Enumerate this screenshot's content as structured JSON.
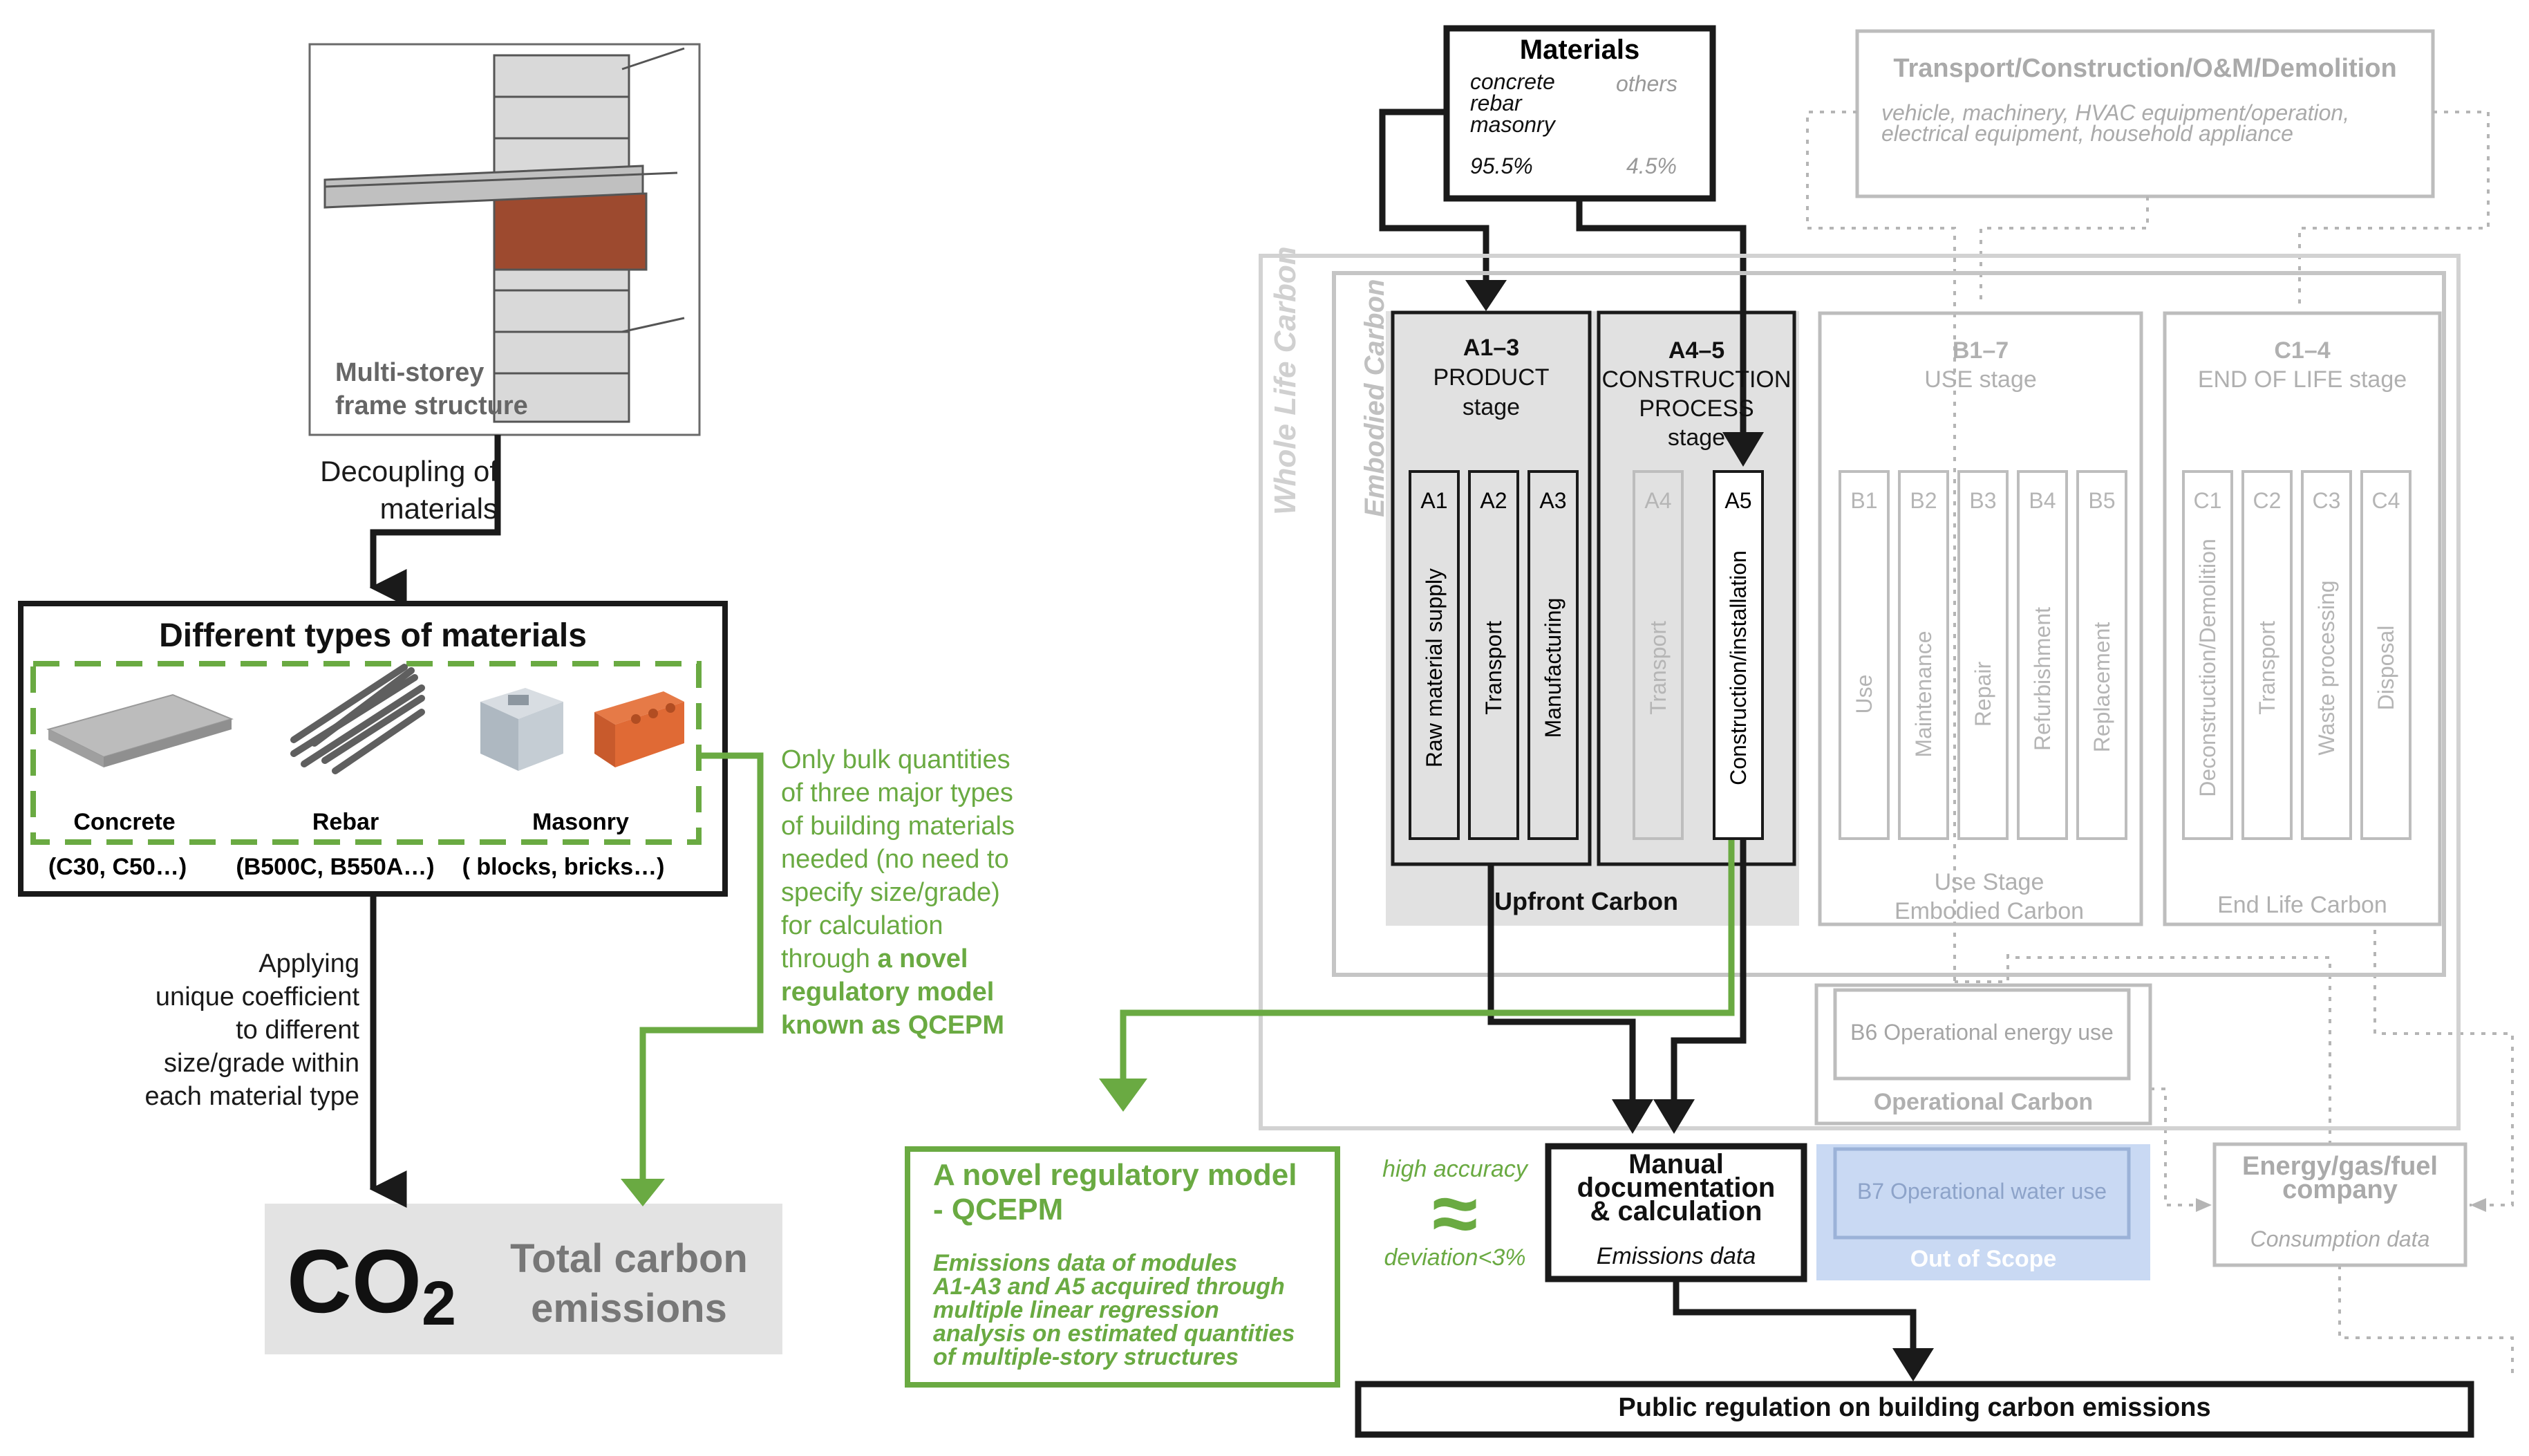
{
  "structure": {
    "caption_line1": "Multi-storey",
    "caption_line2": "frame structure",
    "decoupling_line1": "Decoupling of",
    "decoupling_line2": "materials"
  },
  "materials_types": {
    "title": "Different types of materials",
    "items": [
      {
        "name": "Concrete",
        "grades": "(C30, C50…)"
      },
      {
        "name": "Rebar",
        "grades": "(B500C, B550A…)"
      },
      {
        "name": "Masonry",
        "grades": "( blocks, bricks…)"
      }
    ]
  },
  "coefficient_note": [
    "Applying",
    "unique coefficient",
    "to different",
    "size/grade within",
    "each material type"
  ],
  "bulk_note": {
    "lines": [
      "Only bulk quantities",
      "of three major types",
      "of building materials",
      "needed (no need to",
      "specify size/grade)",
      "for calculation"
    ],
    "line7_pre": "through ",
    "line7_bold": "a novel",
    "line8": "regulatory model",
    "line9": "known as QCEPM"
  },
  "co2": {
    "symbol": "CO",
    "subscript": "2",
    "label_line1": "Total carbon",
    "label_line2": "emissions"
  },
  "qcepm": {
    "title_line1": "A novel regulatory model",
    "title_line2": "- QCEPM",
    "desc": [
      "Emissions data of modules",
      "A1-A3 and A5 acquired through",
      "multiple linear regression",
      "analysis on estimated quantities",
      "of multiple-story structures"
    ]
  },
  "accuracy": {
    "top": "high accuracy",
    "symbol": "≈",
    "bottom": "deviation<3%"
  },
  "materials_box": {
    "title": "Materials",
    "left_items": [
      "concrete",
      "rebar",
      "masonry"
    ],
    "right_item": "others",
    "left_pct": "95.5%",
    "right_pct": "4.5%"
  },
  "transport_box": {
    "title": "Transport/Construction/O&M/Demolition",
    "line1": "vehicle, machinery, HVAC equipment/operation,",
    "line2": "electrical equipment, household appliance"
  },
  "labels": {
    "whole_life": "Whole Life Carbon",
    "embodied": "Embodied Carbon",
    "upfront": "Upfront Carbon",
    "use_stage_line1": "Use Stage",
    "use_stage_line2": "Embodied Carbon",
    "end_life": "End Life Carbon",
    "operational": "Operational Carbon",
    "out_of_scope": "Out of Scope"
  },
  "stages": {
    "a13": {
      "code": "A1–3",
      "line1": "PRODUCT",
      "line2": "stage"
    },
    "a45": {
      "code": "A4–5",
      "line1": "CONSTRUCTION",
      "line2": "PROCESS",
      "line3": "stage"
    },
    "b17": {
      "code": "B1–7",
      "line1": "USE stage"
    },
    "c14": {
      "code": "C1–4",
      "line1": "END OF LIFE stage"
    }
  },
  "modules": {
    "a1": {
      "code": "A1",
      "label": "Raw material supply"
    },
    "a2": {
      "code": "A2",
      "label": "Transport"
    },
    "a3": {
      "code": "A3",
      "label": "Manufacturing"
    },
    "a4": {
      "code": "A4",
      "label": "Transport"
    },
    "a5": {
      "code": "A5",
      "label": "Construction/installation"
    },
    "b1": {
      "code": "B1",
      "label": "Use"
    },
    "b2": {
      "code": "B2",
      "label": "Maintenance"
    },
    "b3": {
      "code": "B3",
      "label": "Repair"
    },
    "b4": {
      "code": "B4",
      "label": "Refurbishment"
    },
    "b5": {
      "code": "B5",
      "label": "Replacement"
    },
    "c1": {
      "code": "C1",
      "label": "Deconstruction/Demolition"
    },
    "c2": {
      "code": "C2",
      "label": "Transport"
    },
    "c3": {
      "code": "C3",
      "label": "Waste processing"
    },
    "c4": {
      "code": "C4",
      "label": "Disposal"
    }
  },
  "b6": "B6 Operational energy use",
  "b7": "B7 Operational water use",
  "manual": {
    "line1": "Manual",
    "line2": "documentation",
    "line3": "& calculation",
    "sub": "Emissions data"
  },
  "energy": {
    "line1": "Energy/gas/fuel",
    "line2": "company",
    "sub": "Consumption data"
  },
  "public": "Public regulation on building carbon emissions",
  "colors": {
    "black": "#1a1a1a",
    "green": "#6aaa42",
    "grey": "#bdbdbd",
    "fill_grey": "#e0e0e0",
    "blue_fill": "#c9d9f3"
  }
}
